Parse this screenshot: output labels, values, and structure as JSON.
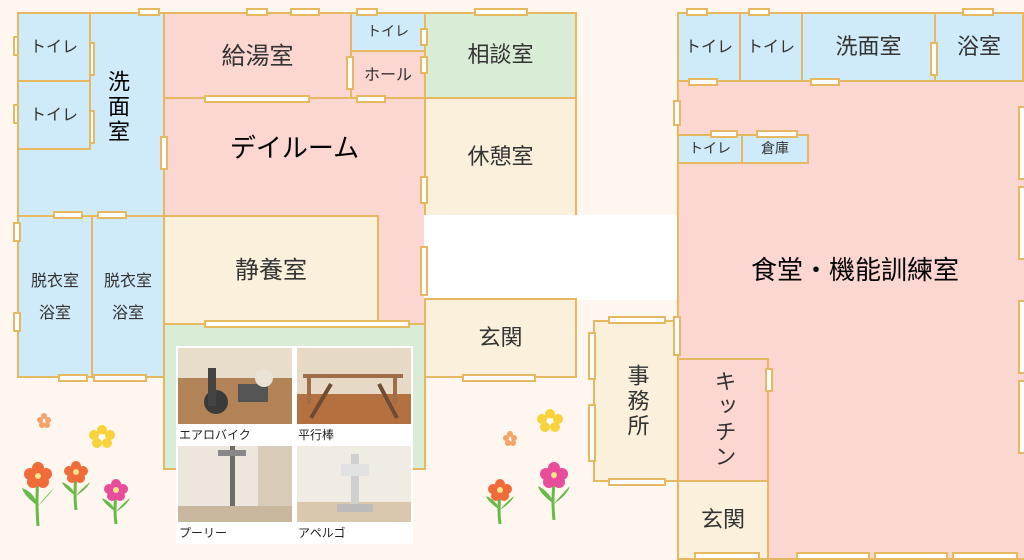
{
  "rooms": {
    "toilet": "トイレ",
    "washroom": "洗面室",
    "kyutoshitsu": "給湯室",
    "hall": "ホール",
    "soudanshitsu": "相談室",
    "dayroom": "デイルーム",
    "kyukeishitsu": "休憩室",
    "seiyoshitsu": "静養室",
    "datsuishitsu": "脱衣室",
    "yokushitsu": "浴室",
    "genkan": "玄関",
    "jimusho": "事務所",
    "kitchen": "キッチン",
    "souko": "倉庫",
    "shokudo": "食堂・機能訓練室"
  },
  "photos": [
    {
      "caption": "エアロバイク"
    },
    {
      "caption": "平行棒"
    },
    {
      "caption": "プーリー"
    },
    {
      "caption": "アペルゴ"
    }
  ]
}
